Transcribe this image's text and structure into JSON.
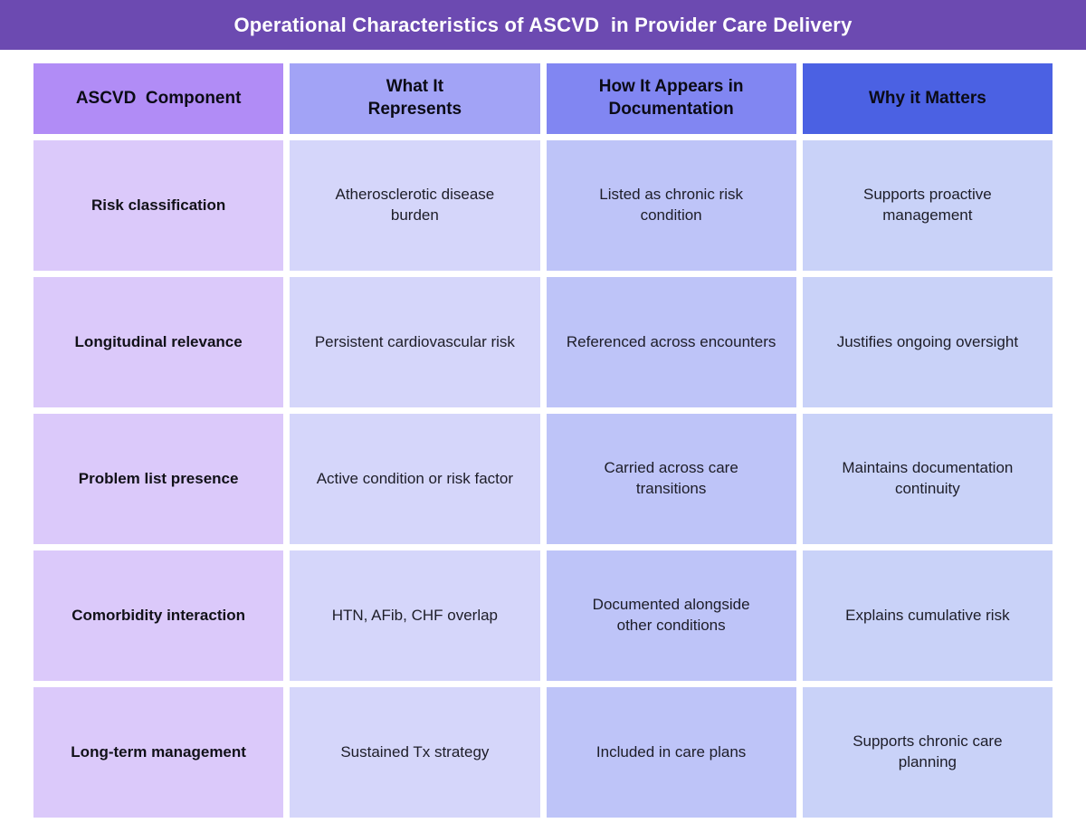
{
  "title": "Operational Characteristics of ASCVD  in Provider Care Delivery",
  "colors": {
    "title_bar": "#6c4ab1",
    "header_col1": "#b18cf6",
    "header_col2": "#a2a3f6",
    "header_col3": "#8186f2",
    "header_col4": "#4b61e3",
    "body_col1": "#dbc9fa",
    "body_col2": "#d5d6fa",
    "body_col3": "#bec4f8",
    "body_col4": "#c9d2f8",
    "title_text": "#ffffff",
    "cell_text": "#1d1d28"
  },
  "chart_data": {
    "type": "table",
    "title": "Operational Characteristics of ASCVD  in Provider Care Delivery",
    "columns": [
      "ASCVD  Component",
      "What It\nRepresents",
      "How It Appears in\nDocumentation",
      "Why it Matters"
    ],
    "rows": [
      [
        "Risk classification",
        "Atherosclerotic disease\nburden",
        "Listed as chronic risk\ncondition",
        "Supports proactive\nmanagement"
      ],
      [
        "Longitudinal relevance",
        "Persistent cardiovascular risk",
        "Referenced across encounters",
        "Justifies ongoing oversight"
      ],
      [
        "Problem list presence",
        "Active condition or risk factor",
        "Carried across care\ntransitions",
        "Maintains documentation\ncontinuity"
      ],
      [
        "Comorbidity interaction",
        "HTN, AFib, CHF overlap",
        "Documented alongside\nother conditions",
        "Explains cumulative risk"
      ],
      [
        "Long-term management",
        "Sustained Tx strategy",
        "Included in care plans",
        "Supports chronic care\nplanning"
      ]
    ]
  }
}
